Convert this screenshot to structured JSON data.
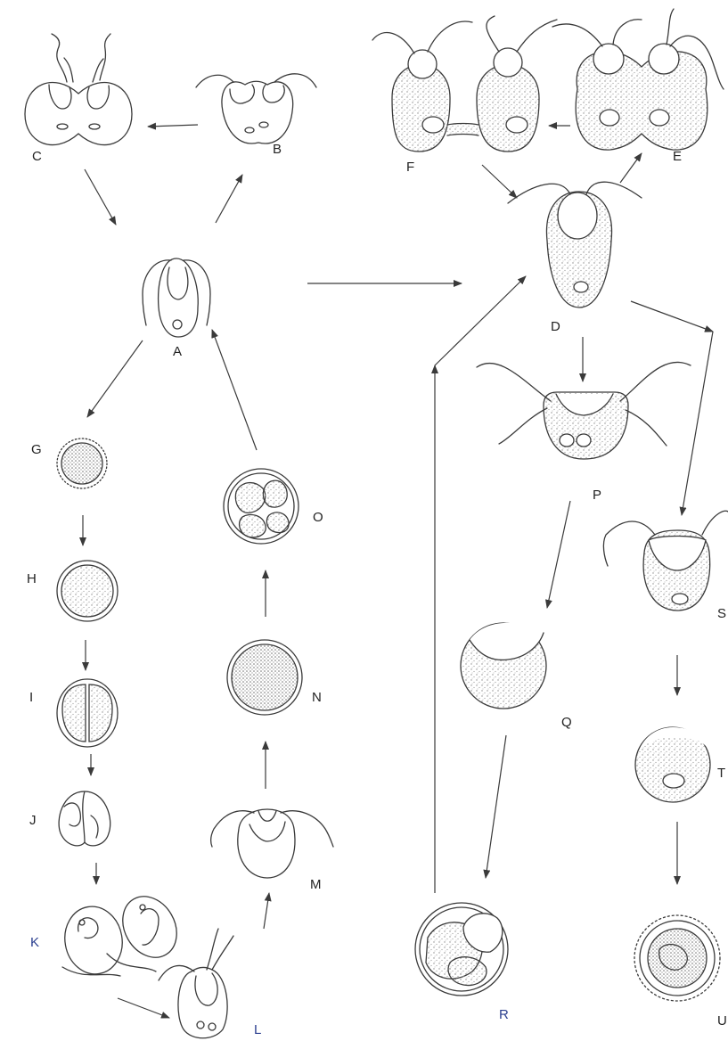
{
  "colors": {
    "ink": "#3a3a3a",
    "stipple": "#8a8a8a",
    "label": "#222222",
    "label_blue": "#2b3f8f"
  },
  "labels": {
    "A": "A",
    "B": "B",
    "C": "C",
    "D": "D",
    "E": "E",
    "F": "F",
    "G": "G",
    "H": "H",
    "I": "I",
    "J": "J",
    "K": "K",
    "L": "L",
    "M": "M",
    "N": "N",
    "O": "O",
    "P": "P",
    "Q": "Q",
    "R": "R",
    "S": "S",
    "T": "T",
    "U": "U"
  }
}
